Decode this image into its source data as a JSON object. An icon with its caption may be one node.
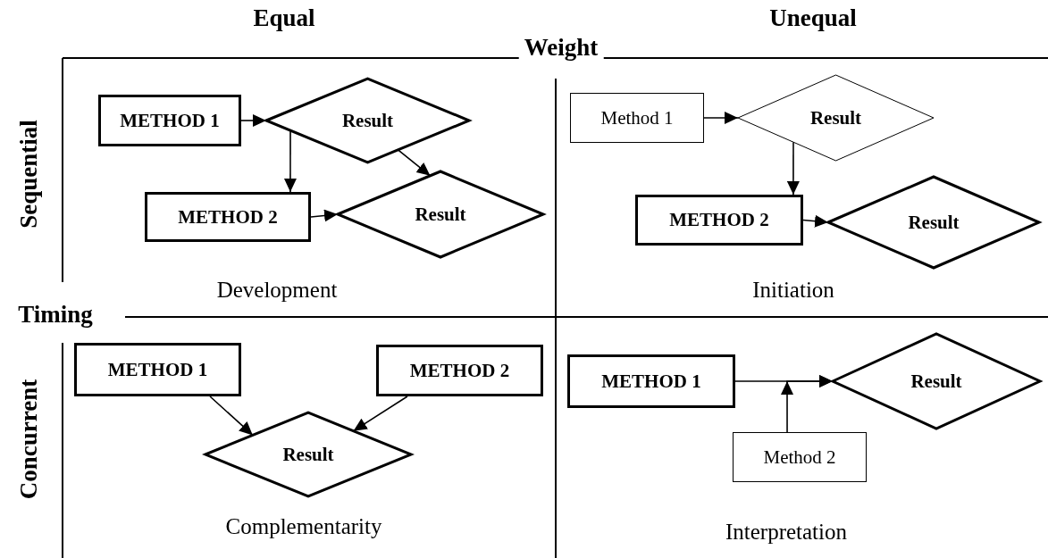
{
  "diagram": {
    "nodes": [
      {
        "text": [
          "METHOD 1"
        ]
      },
      {
        "text": [
          "Result"
        ]
      },
      {
        "text": [
          "METHOD 2"
        ]
      },
      {
        "text": [
          "Result"
        ]
      },
      {
        "text": [
          "Method 1"
        ]
      },
      {
        "text": [
          "Result"
        ]
      },
      {
        "text": [
          "METHOD 2"
        ]
      },
      {
        "text": [
          "Result"
        ]
      },
      {
        "text": [
          "METHOD 1"
        ]
      },
      {
        "text": [
          "METHOD 2"
        ]
      },
      {
        "text": [
          "Result"
        ]
      },
      {
        "text": [
          "METHOD 1"
        ]
      },
      {
        "text": [
          "Result"
        ]
      },
      {
        "text": [
          "Method 2"
        ]
      }
    ],
    "edges": [
      {
        "from": 0,
        "to": 1,
        "arrow": "to"
      },
      {
        "from": 1,
        "to": 2,
        "arrow": "to"
      },
      {
        "from": 1,
        "to": 3,
        "arrow": "to"
      },
      {
        "from": 2,
        "to": 3,
        "arrow": "to"
      },
      {
        "from": 4,
        "to": 5,
        "arrow": "to"
      },
      {
        "from": 5,
        "to": 6,
        "arrow": "to"
      },
      {
        "from": 6,
        "to": 7,
        "arrow": "to"
      },
      {
        "from": 8,
        "to": 10,
        "arrow": "to"
      },
      {
        "from": 9,
        "to": 10,
        "arrow": "to"
      },
      {
        "from": 11,
        "to": 12,
        "arrow": "to"
      },
      {
        "from": 13,
        "to": 12,
        "arrow": "to"
      }
    ],
    "labels": [
      "Equal",
      "Unequal",
      "Weight",
      "Sequential",
      "Development",
      "Initiation",
      "Timing",
      "Concurrent",
      "Complementarity",
      "Interpretation"
    ]
  }
}
